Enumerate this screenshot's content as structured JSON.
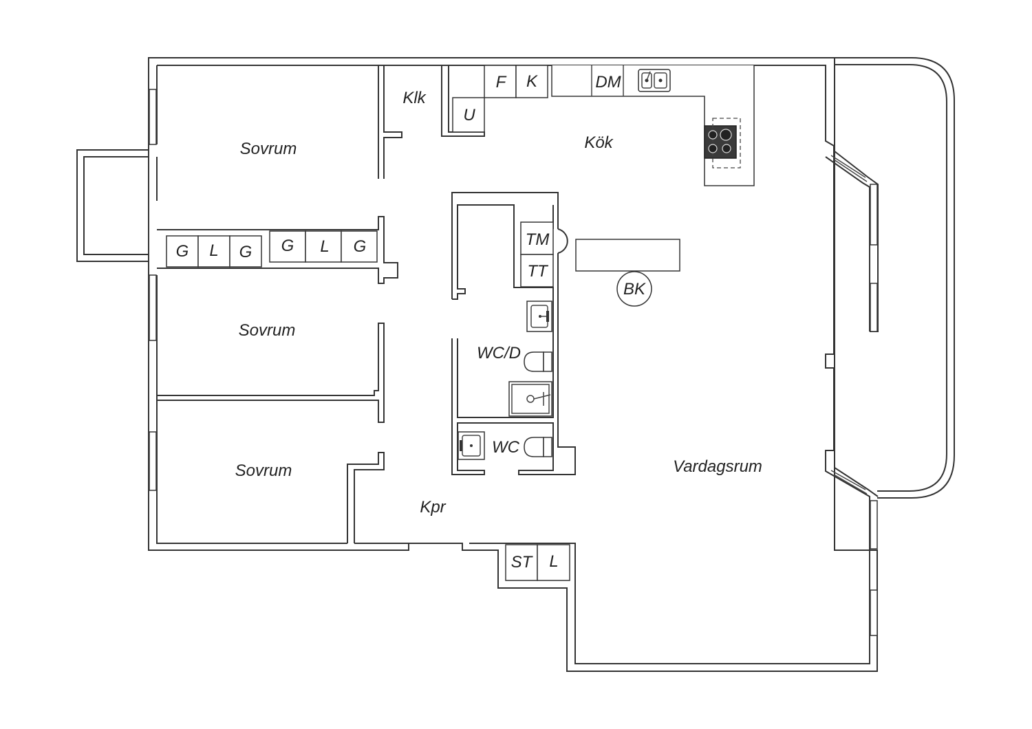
{
  "rooms": {
    "sovrum_1": "Sovrum",
    "sovrum_2": "Sovrum",
    "sovrum_3": "Sovrum",
    "klk": "Klk",
    "kok": "Kök",
    "vardagsrum": "Vardagsrum",
    "kpr": "Kpr",
    "wc_d": "WC/D",
    "wc": "WC"
  },
  "fixtures": {
    "f": "F",
    "k": "K",
    "dm": "DM",
    "u": "U",
    "tm": "TM",
    "tt": "TT",
    "bk": "BK",
    "st": "ST",
    "l_hall": "L",
    "wardrobes": [
      "G",
      "L",
      "G",
      "G",
      "L",
      "G"
    ]
  },
  "colors": {
    "wall": "#333333",
    "stove": "#3a3a3a",
    "background": "#ffffff"
  }
}
